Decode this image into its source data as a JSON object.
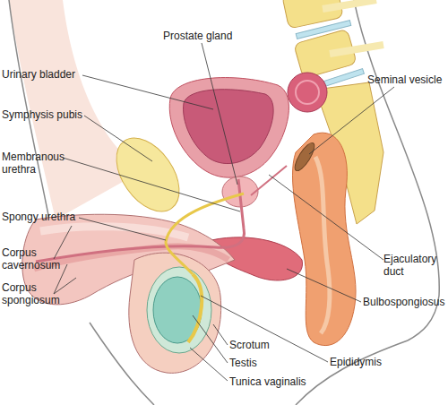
{
  "diagram": {
    "labels": [
      "Prostate gland",
      "Urinary bladder",
      "Seminal vesicle",
      "Symphysis pubis",
      "Membranous urethra",
      "Spongy urethra",
      "Corpus cavernosum",
      "Corpus spongiosum",
      "Ejaculatory duct",
      "Bulbospongiosus",
      "Scrotum",
      "Epididymis",
      "Testis",
      "Tunica vaginalis"
    ]
  }
}
